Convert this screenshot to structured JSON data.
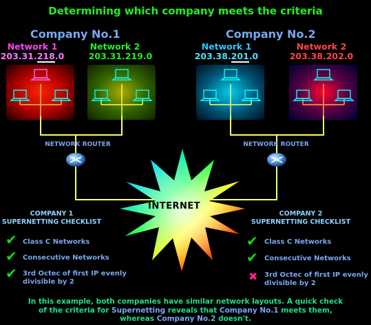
{
  "title": "Determining which company meets the criteria",
  "companies": [
    {
      "name": "Company No.1",
      "networks": [
        {
          "label": "Network 1",
          "ip_prefix": "203.31.",
          "ip_octet": "218",
          "ip_suffix": ".0",
          "label_color": "#ff44ee",
          "ip_color": "#ff77ff"
        },
        {
          "label": "Network 2",
          "ip_prefix": "203.31.219.0",
          "ip_octet": "",
          "ip_suffix": "",
          "label_color": "#22ee22",
          "ip_color": "#22ee22"
        }
      ],
      "router_label": "NETWORK ROUTER",
      "checklist_title_line1": "COMPANY 1",
      "checklist_title_line2": "SUPERNETTING CHECKLIST",
      "checklist": [
        {
          "text": "Class C Networks",
          "status": "tick"
        },
        {
          "text": "Consecutive Networks",
          "status": "tick"
        },
        {
          "text_line1": "3rd Octec of first IP evenly",
          "text_line2": "divisible by 2",
          "status": "tick"
        }
      ]
    },
    {
      "name": "Company No.2",
      "networks": [
        {
          "label": "Network 1",
          "ip_prefix": "203.38.",
          "ip_octet": "201",
          "ip_suffix": ".0",
          "label_color": "#22ccff",
          "ip_color": "#55ddff"
        },
        {
          "label": "Network 2",
          "ip_prefix": "203.38.202.0",
          "ip_octet": "",
          "ip_suffix": "",
          "label_color": "#ff4444",
          "ip_color": "#ff4444"
        }
      ],
      "router_label": "NETWORK ROUTER",
      "checklist_title_line1": "COMPANY 2",
      "checklist_title_line2": "SUPERNETTING CHECKLIST",
      "checklist": [
        {
          "text": "Class C Networks",
          "status": "tick"
        },
        {
          "text": "Consecutive Networks",
          "status": "tick"
        },
        {
          "text_line1": "3rd Octec of first IP evenly",
          "text_line2": "divisible by 2",
          "status": "cross"
        }
      ]
    }
  ],
  "internet_label": "INTERNET",
  "caption": {
    "line1": "In this example, both companies have similar network layouts. A quick check",
    "line2_a": "of the criteria for ",
    "line2_b": "Supernetting",
    "line2_c": " reveals that  ",
    "line2_d": "Company No.1",
    "line2_e": " meets them,",
    "line3_a": "whereas ",
    "line3_b": "Company No.2",
    "line3_c": " doesn't."
  },
  "colors": {
    "title": "#22ee22",
    "company": "#7aa6ee",
    "link_yellow": "#ffff66",
    "tick": "#11dd11",
    "cross": "#ff2288"
  }
}
